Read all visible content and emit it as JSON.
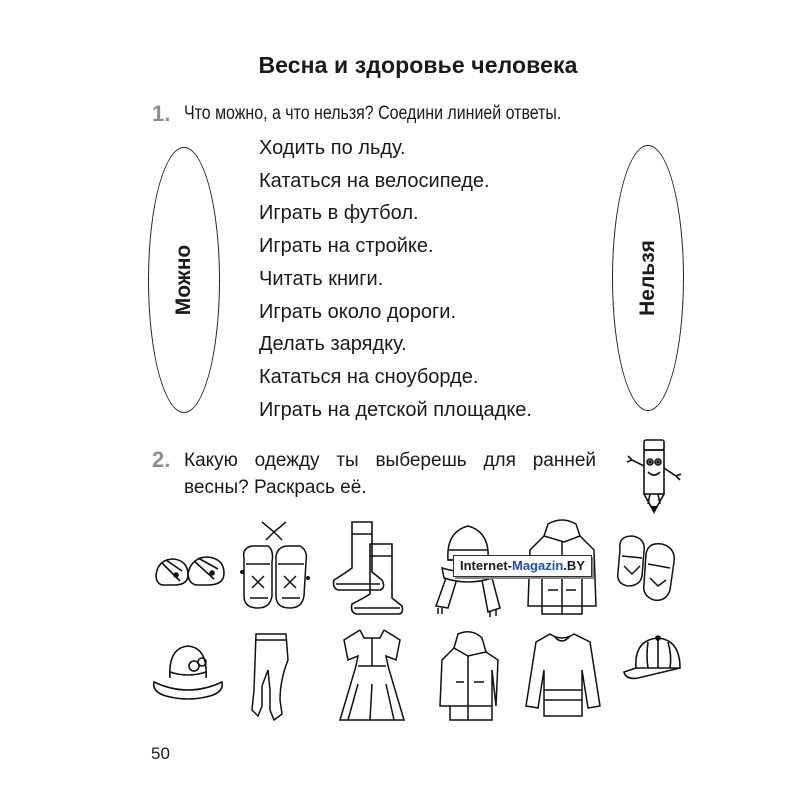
{
  "title": "Весна и здоровье человека",
  "task1": {
    "number": "1.",
    "instruction": "Что можно, а что нельзя? Соедини линией ответы.",
    "left_oval_label": "Можно",
    "right_oval_label": "Нельзя",
    "answers": [
      "Ходить по льду.",
      "Кататься на велосипеде.",
      "Играть в футбол.",
      "Играть на стройке.",
      "Читать книги.",
      "Играть около дороги.",
      "Делать зарядку.",
      "Кататься на сноуборде.",
      "Играть на детской площадке."
    ]
  },
  "task2": {
    "number": "2.",
    "instruction": "Какую одежду ты выберешь для ранней весны? Раскрась её.",
    "clothing_icons": [
      "sandals-icon",
      "mittens-icon",
      "winter-boots-icon",
      "knit-hat-scarf-icon",
      "winter-jacket-icon",
      "knit-gloves-icon",
      "sun-hat-icon",
      "tights-icon",
      "dress-icon",
      "raincoat-icon",
      "sweater-icon",
      "cap-icon"
    ]
  },
  "mascot_icon": "pencil-mascot-icon",
  "watermark": {
    "part_a": "Internet-",
    "part_b": "Magazin",
    "part_c": ".BY"
  },
  "page_number": "50"
}
